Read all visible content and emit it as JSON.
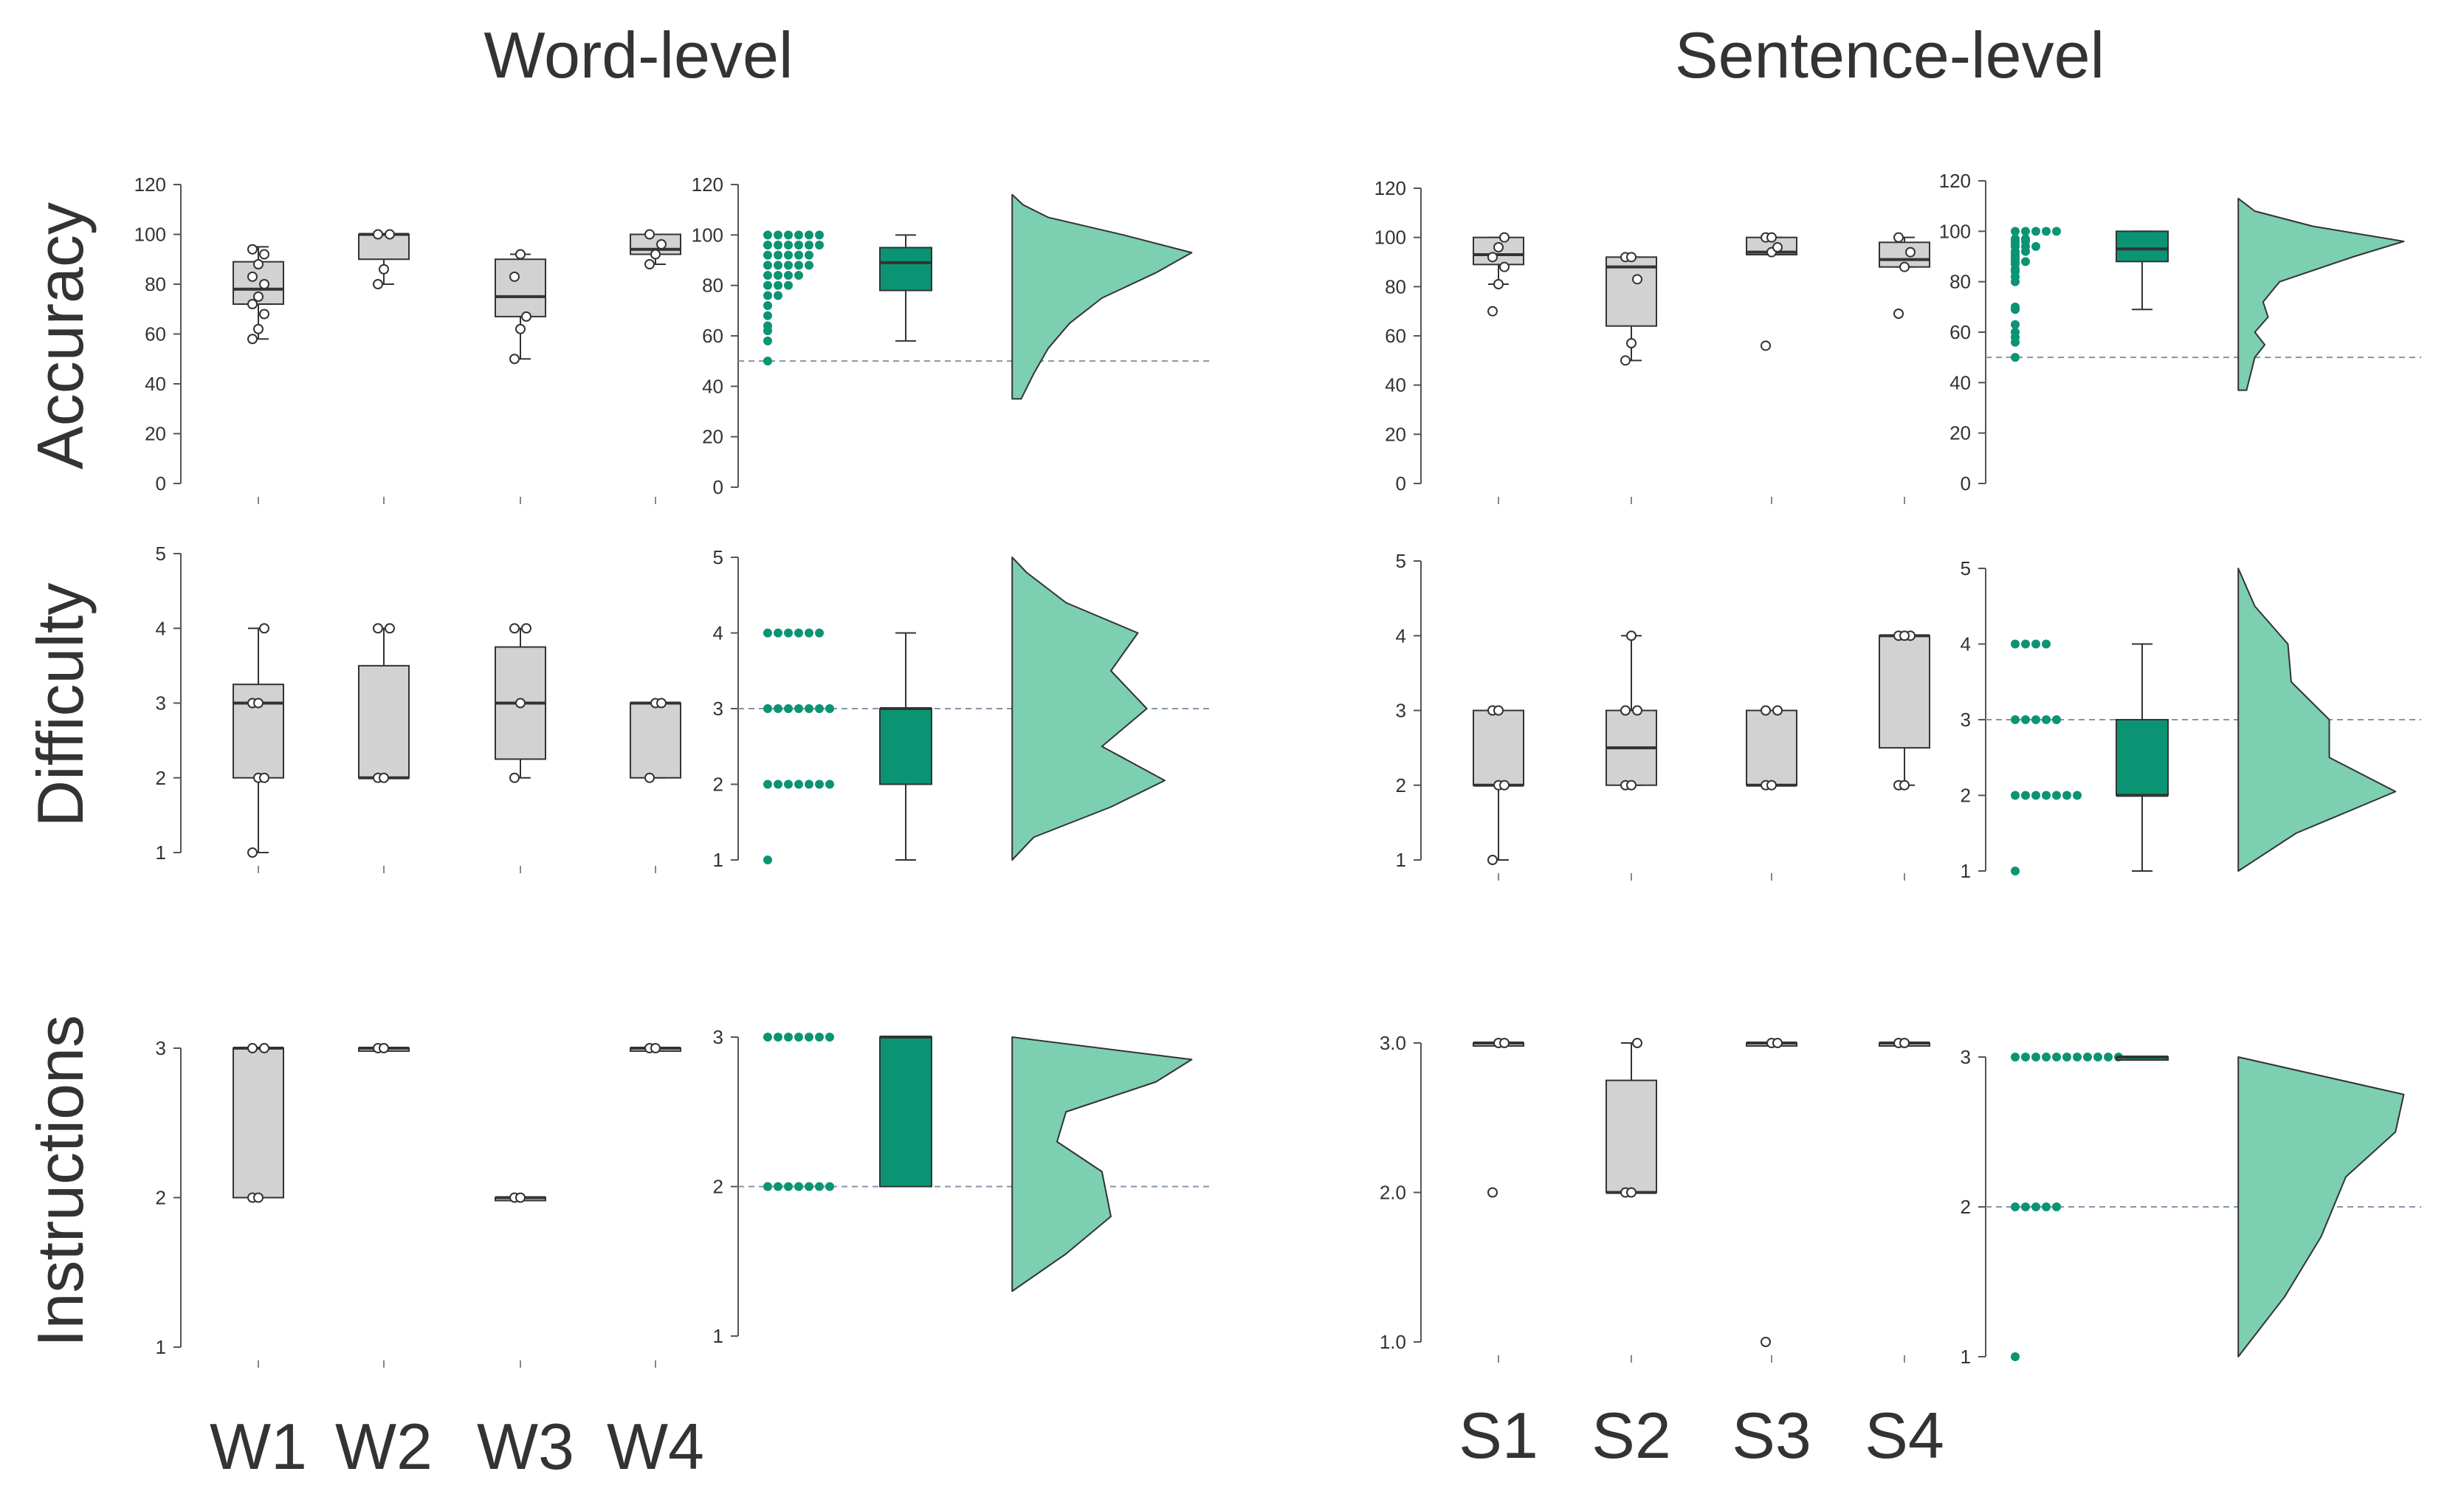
{
  "figure": {
    "column_titles": [
      "Word-level",
      "Sentence-level"
    ],
    "row_labels": [
      "Accuracy",
      "Difficulty",
      "Instructions"
    ],
    "word_categories": [
      "W1",
      "W2",
      "W3",
      "W4"
    ],
    "sentence_categories": [
      "S1",
      "S2",
      "S3",
      "S4"
    ]
  },
  "colors": {
    "accent": "#0b9474",
    "density_fill": "#7ccfb0",
    "box_gray": "#d2d2d2",
    "line": "#333333",
    "ref_line": "#8595a8"
  },
  "chart_data": [
    {
      "id": "word-accuracy-box",
      "type": "box",
      "ylim": [
        0,
        120
      ],
      "yticks": [
        0,
        20,
        40,
        60,
        80,
        100,
        120
      ],
      "categories": [
        "W1",
        "W2",
        "W3",
        "W4"
      ],
      "boxes": [
        {
          "q1": 72,
          "median": 78,
          "q3": 89,
          "whisker_low": 58,
          "whisker_high": 95,
          "points": [
            58,
            62,
            68,
            72,
            75,
            80,
            83,
            88,
            92,
            94
          ]
        },
        {
          "q1": 90,
          "median": 100,
          "q3": 100,
          "whisker_low": 80,
          "whisker_high": 100,
          "points": [
            80,
            86,
            100,
            100
          ]
        },
        {
          "q1": 67,
          "median": 75,
          "q3": 90,
          "whisker_low": 50,
          "whisker_high": 92,
          "points": [
            50,
            62,
            67,
            83,
            92
          ]
        },
        {
          "q1": 92,
          "median": 94,
          "q3": 100,
          "whisker_low": 88,
          "whisker_high": 100,
          "points": [
            88,
            92,
            96,
            100
          ]
        }
      ]
    },
    {
      "id": "word-accuracy-raincloud",
      "type": "raincloud",
      "ylim": [
        0,
        120
      ],
      "yticks": [
        0,
        20,
        40,
        60,
        80,
        100,
        120
      ],
      "reference": 50,
      "points": [
        100,
        100,
        100,
        100,
        100,
        100,
        96,
        96,
        96,
        96,
        96,
        96,
        92,
        92,
        92,
        92,
        92,
        88,
        88,
        88,
        88,
        88,
        84,
        84,
        84,
        84,
        80,
        80,
        80,
        76,
        76,
        72,
        68,
        64,
        62,
        58,
        50
      ],
      "box": {
        "q1": 78,
        "median": 89,
        "q3": 95,
        "whisker_low": 58,
        "whisker_high": 100
      },
      "density": [
        [
          35,
          0.05
        ],
        [
          45,
          0.12
        ],
        [
          55,
          0.2
        ],
        [
          65,
          0.32
        ],
        [
          75,
          0.5
        ],
        [
          85,
          0.8
        ],
        [
          93,
          1.0
        ],
        [
          100,
          0.62
        ],
        [
          107,
          0.2
        ],
        [
          112,
          0.06
        ],
        [
          116,
          0.0
        ]
      ]
    },
    {
      "id": "sentence-accuracy-box",
      "type": "box",
      "ylim": [
        0,
        120
      ],
      "yticks": [
        0,
        20,
        40,
        60,
        80,
        100,
        120
      ],
      "categories": [
        "S1",
        "S2",
        "S3",
        "S4"
      ],
      "boxes": [
        {
          "q1": 89,
          "median": 93,
          "q3": 100,
          "whisker_low": 81,
          "whisker_high": 100,
          "points": [
            70,
            81,
            88,
            92,
            96,
            100
          ]
        },
        {
          "q1": 64,
          "median": 88,
          "q3": 92,
          "whisker_low": 50,
          "whisker_high": 92,
          "points": [
            50,
            57,
            83,
            92,
            92
          ]
        },
        {
          "q1": 93,
          "median": 94,
          "q3": 100,
          "whisker_low": 93,
          "whisker_high": 100,
          "points": [
            56,
            94,
            96,
            100,
            100
          ]
        },
        {
          "q1": 88,
          "median": 91,
          "q3": 98,
          "whisker_low": 88,
          "whisker_high": 100,
          "points": [
            69,
            88,
            94,
            100
          ]
        }
      ]
    },
    {
      "id": "sentence-accuracy-raincloud",
      "type": "raincloud",
      "ylim": [
        0,
        120
      ],
      "yticks": [
        0,
        20,
        40,
        60,
        80,
        100,
        120
      ],
      "reference": 50,
      "points": [
        100,
        100,
        100,
        100,
        100,
        97,
        97,
        96,
        96,
        95,
        94,
        94,
        94,
        92,
        92,
        91,
        90,
        89,
        88,
        88,
        87,
        85,
        84,
        82,
        80,
        70,
        69,
        63,
        60,
        58,
        56,
        50
      ],
      "box": {
        "q1": 88,
        "median": 93,
        "q3": 100,
        "whisker_low": 69,
        "whisker_high": 100
      },
      "density": [
        [
          37,
          0.05
        ],
        [
          50,
          0.1
        ],
        [
          55,
          0.16
        ],
        [
          60,
          0.1
        ],
        [
          66,
          0.18
        ],
        [
          72,
          0.15
        ],
        [
          80,
          0.25
        ],
        [
          90,
          0.7
        ],
        [
          96,
          1.0
        ],
        [
          102,
          0.45
        ],
        [
          108,
          0.1
        ],
        [
          113,
          0.0
        ]
      ]
    },
    {
      "id": "word-difficulty-box",
      "type": "box",
      "ylim": [
        1,
        5
      ],
      "yticks": [
        1,
        2,
        3,
        4,
        5
      ],
      "categories": [
        "W1",
        "W2",
        "W3",
        "W4"
      ],
      "boxes": [
        {
          "q1": 2,
          "median": 3,
          "q3": 3.25,
          "whisker_low": 1,
          "whisker_high": 4,
          "points": [
            1,
            2,
            2,
            3,
            3,
            4
          ]
        },
        {
          "q1": 2,
          "median": 2,
          "q3": 3.5,
          "whisker_low": 2,
          "whisker_high": 4,
          "points": [
            2,
            2,
            4,
            4
          ]
        },
        {
          "q1": 2.25,
          "median": 3,
          "q3": 3.75,
          "whisker_low": 2,
          "whisker_high": 4,
          "points": [
            2,
            3,
            4,
            4
          ]
        },
        {
          "q1": 2,
          "median": 3,
          "q3": 3,
          "whisker_low": 2,
          "whisker_high": 3,
          "points": [
            2,
            3,
            3
          ]
        }
      ]
    },
    {
      "id": "word-difficulty-raincloud",
      "type": "raincloud",
      "ylim": [
        1,
        5
      ],
      "yticks": [
        1,
        2,
        3,
        4,
        5
      ],
      "reference": 3,
      "points": [
        4,
        4,
        4,
        4,
        4,
        4,
        3,
        3,
        3,
        3,
        3,
        3,
        3,
        2,
        2,
        2,
        2,
        2,
        2,
        2,
        1
      ],
      "box": {
        "q1": 2,
        "median": 3,
        "q3": 3,
        "whisker_low": 1,
        "whisker_high": 4
      },
      "density": [
        [
          1,
          0.0
        ],
        [
          1.3,
          0.12
        ],
        [
          1.7,
          0.55
        ],
        [
          2.05,
          0.85
        ],
        [
          2.5,
          0.5
        ],
        [
          3.0,
          0.75
        ],
        [
          3.5,
          0.55
        ],
        [
          4.0,
          0.7
        ],
        [
          4.4,
          0.3
        ],
        [
          4.8,
          0.08
        ],
        [
          5.0,
          0.0
        ]
      ]
    },
    {
      "id": "sentence-difficulty-box",
      "type": "box",
      "ylim": [
        1,
        5
      ],
      "yticks": [
        1,
        2,
        3,
        4,
        5
      ],
      "categories": [
        "S1",
        "S2",
        "S3",
        "S4"
      ],
      "boxes": [
        {
          "q1": 2,
          "median": 2,
          "q3": 3,
          "whisker_low": 1,
          "whisker_high": 3,
          "points": [
            1,
            2,
            2,
            3,
            3
          ]
        },
        {
          "q1": 2,
          "median": 2.5,
          "q3": 3,
          "whisker_low": 2,
          "whisker_high": 4,
          "points": [
            2,
            2,
            3,
            3,
            4
          ]
        },
        {
          "q1": 2,
          "median": 2,
          "q3": 3,
          "whisker_low": 2,
          "whisker_high": 3,
          "points": [
            2,
            2,
            3,
            3
          ]
        },
        {
          "q1": 2.5,
          "median": 4,
          "q3": 4,
          "whisker_low": 2,
          "whisker_high": 4,
          "points": [
            2,
            2,
            4,
            4,
            4
          ]
        }
      ]
    },
    {
      "id": "sentence-difficulty-raincloud",
      "type": "raincloud",
      "ylim": [
        1,
        5
      ],
      "yticks": [
        1,
        2,
        3,
        4,
        5
      ],
      "reference": 3,
      "points": [
        4,
        4,
        4,
        4,
        3,
        3,
        3,
        3,
        3,
        2,
        2,
        2,
        2,
        2,
        2,
        2,
        1
      ],
      "box": {
        "q1": 2,
        "median": 2,
        "q3": 3,
        "whisker_low": 1,
        "whisker_high": 4
      },
      "density": [
        [
          1,
          0.0
        ],
        [
          1.5,
          0.35
        ],
        [
          2.05,
          0.95
        ],
        [
          2.5,
          0.55
        ],
        [
          3.0,
          0.55
        ],
        [
          3.5,
          0.32
        ],
        [
          4.0,
          0.3
        ],
        [
          4.5,
          0.1
        ],
        [
          5.0,
          0.0
        ]
      ]
    },
    {
      "id": "word-instructions-box",
      "type": "box",
      "ylim": [
        1,
        3
      ],
      "yticks": [
        1,
        2,
        3
      ],
      "categories": [
        "W1",
        "W2",
        "W3",
        "W4"
      ],
      "boxes": [
        {
          "q1": 2,
          "median": 3,
          "q3": 3,
          "whisker_low": 2,
          "whisker_high": 3,
          "points": [
            2,
            2,
            3,
            3
          ]
        },
        {
          "q1": 3,
          "median": 3,
          "q3": 3,
          "whisker_low": 3,
          "whisker_high": 3,
          "points": [
            3,
            3
          ]
        },
        {
          "q1": 2,
          "median": 2,
          "q3": 2,
          "whisker_low": 2,
          "whisker_high": 2,
          "points": [
            2,
            2
          ]
        },
        {
          "q1": 3,
          "median": 3,
          "q3": 3,
          "whisker_low": 3,
          "whisker_high": 3,
          "points": [
            3,
            3
          ]
        }
      ]
    },
    {
      "id": "word-instructions-raincloud",
      "type": "raincloud",
      "ylim": [
        1,
        3
      ],
      "yticks": [
        1,
        2,
        3
      ],
      "reference": 2,
      "points": [
        3,
        3,
        3,
        3,
        3,
        3,
        3,
        2,
        2,
        2,
        2,
        2,
        2,
        2
      ],
      "box": {
        "q1": 2,
        "median": 3,
        "q3": 3,
        "whisker_low": 2,
        "whisker_high": 3
      },
      "density": [
        [
          1.3,
          0.0
        ],
        [
          1.55,
          0.3
        ],
        [
          1.8,
          0.55
        ],
        [
          2.1,
          0.5
        ],
        [
          2.3,
          0.25
        ],
        [
          2.5,
          0.3
        ],
        [
          2.7,
          0.8
        ],
        [
          2.85,
          1.0
        ],
        [
          3.0,
          0.0
        ]
      ]
    },
    {
      "id": "sentence-instructions-box",
      "type": "box",
      "ylim": [
        1,
        3
      ],
      "yticks": [
        1,
        2,
        3
      ],
      "yticklabels": [
        "1.0",
        "2.0",
        "3.0"
      ],
      "categories": [
        "S1",
        "S2",
        "S3",
        "S4"
      ],
      "boxes": [
        {
          "q1": 3,
          "median": 3,
          "q3": 3,
          "whisker_low": 3,
          "whisker_high": 3,
          "points": [
            2,
            3,
            3
          ]
        },
        {
          "q1": 2,
          "median": 2,
          "q3": 2.75,
          "whisker_low": 2,
          "whisker_high": 3,
          "points": [
            2,
            2,
            3
          ]
        },
        {
          "q1": 3,
          "median": 3,
          "q3": 3,
          "whisker_low": 3,
          "whisker_high": 3,
          "points": [
            1,
            3,
            3
          ]
        },
        {
          "q1": 3,
          "median": 3,
          "q3": 3,
          "whisker_low": 3,
          "whisker_high": 3,
          "points": [
            3,
            3
          ]
        }
      ]
    },
    {
      "id": "sentence-instructions-raincloud",
      "type": "raincloud",
      "ylim": [
        1,
        3
      ],
      "yticks": [
        1,
        2,
        3
      ],
      "reference": 2,
      "points": [
        3,
        3,
        3,
        3,
        3,
        3,
        3,
        3,
        3,
        3,
        3,
        2,
        2,
        2,
        2,
        2,
        1
      ],
      "box": {
        "q1": 3,
        "median": 3,
        "q3": 3,
        "whisker_low": 3,
        "whisker_high": 3
      },
      "density": [
        [
          1.0,
          0.0
        ],
        [
          1.4,
          0.28
        ],
        [
          1.8,
          0.5
        ],
        [
          2.2,
          0.65
        ],
        [
          2.5,
          0.95
        ],
        [
          2.75,
          1.0
        ],
        [
          3.0,
          0.0
        ]
      ]
    }
  ]
}
